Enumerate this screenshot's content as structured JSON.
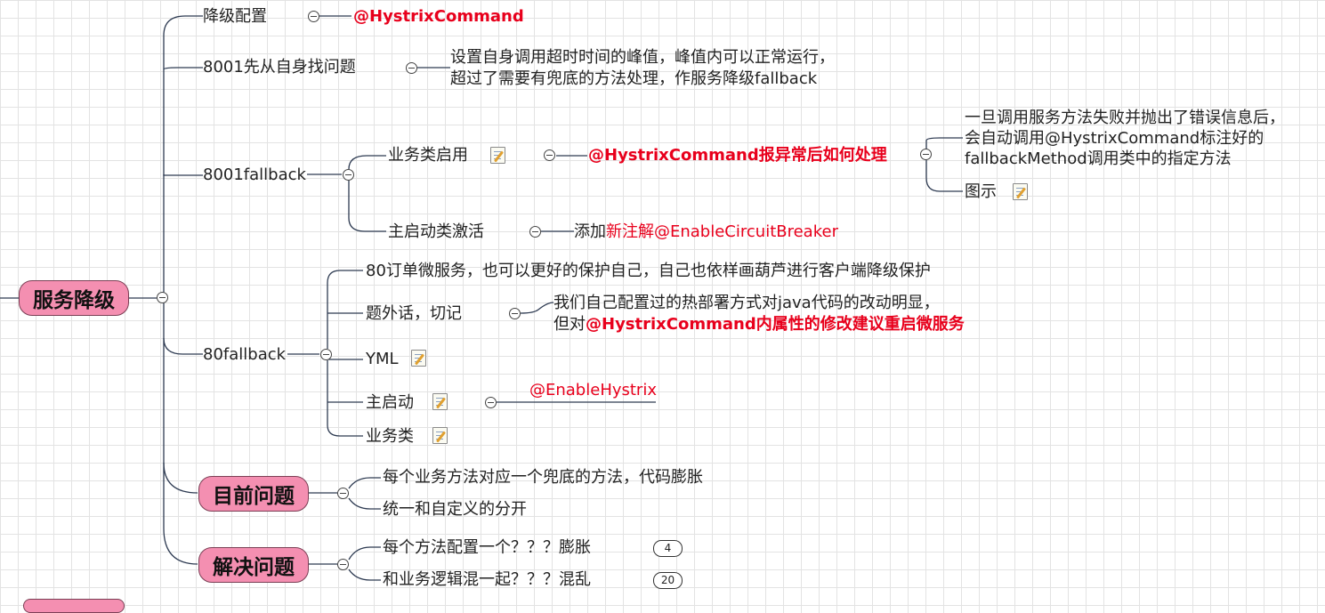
{
  "root": {
    "label": "服务降级"
  },
  "branches": {
    "degrade_config": {
      "label": "降级配置",
      "child": "@HystrixCommand"
    },
    "b8001_self": {
      "label": "8001先从自身找问题",
      "child_line1": "设置自身调用超时时间的峰值，峰值内可以正常运行，",
      "child_line2": "超过了需要有兜底的方法处理，作服务降级fallback"
    },
    "b8001_fallback": {
      "label": "8001fallback",
      "business": {
        "label": "业务类启用",
        "child": {
          "red_part": "@HystrixCommand报异常后如何处理"
        },
        "detail_line1": "一旦调用服务方法失败并抛出了错误信息后，",
        "detail_line2": "会自动调用@HystrixCommand标注好的",
        "detail_line3": "fallbackMethod调用类中的指定方法",
        "diagram": "图示"
      },
      "main_activation": {
        "label": "主启动类激活",
        "prefix": "添加",
        "red_part": "新注解@EnableCircuitBreaker"
      }
    },
    "b80_fallback": {
      "label": "80fallback",
      "order_service": "80订单微服务，也可以更好的保护自己，自己也依样画葫芦进行客户端降级保护",
      "aside": {
        "label": "题外话，切记",
        "line1": "我们自己配置过的热部署方式对java代码的改动明显，",
        "line2_prefix": "但对",
        "line2_red": "@HystrixCommand内属性的修改建议重启微服务"
      },
      "yml": "YML",
      "main_start": {
        "label": "主启动",
        "child": "@EnableHystrix"
      },
      "business_class": "业务类"
    }
  },
  "current_problems": {
    "label": "目前问题",
    "items": [
      "每个业务方法对应一个兜底的方法，代码膨胀",
      "统一和自定义的分开"
    ]
  },
  "solutions": {
    "label": "解决问题",
    "items": [
      {
        "text": "每个方法配置一个？？？膨胀",
        "count": "4"
      },
      {
        "text": "和业务逻辑混一起？？？混乱",
        "count": "20"
      }
    ]
  },
  "icons": {
    "collapse": "collapse-minus-icon",
    "note": "note-pencil-icon"
  },
  "colors": {
    "topic_fill": "#f48fb1",
    "accent_red": "#e8001c",
    "line": "#2e3b52"
  }
}
